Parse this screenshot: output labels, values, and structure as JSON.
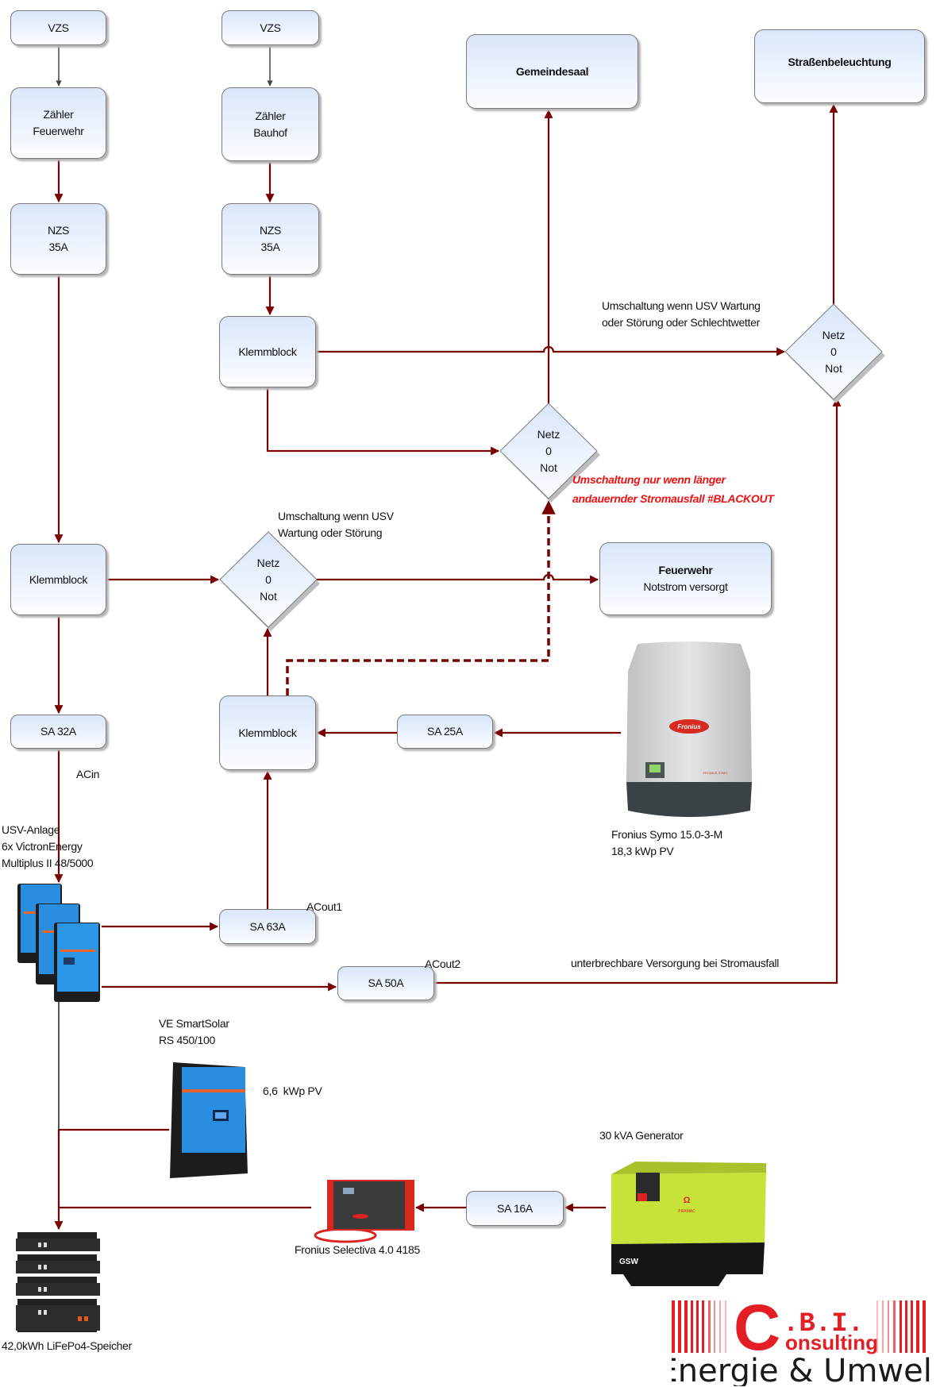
{
  "colors": {
    "wire": "#7a0000",
    "wire_gray": "#444444",
    "box_top": "#dbe6fb",
    "box_bottom": "#fbfdff",
    "red_note": "#ee1111",
    "logo_red": "#e31e24"
  },
  "nodes": {
    "vzs_1": "VZS",
    "vzs_2": "VZS",
    "zaehler_feuerwehr": [
      "Zähler",
      "Feuerwehr"
    ],
    "zaehler_bauhof": [
      "Zähler",
      "Bauhof"
    ],
    "nzs_1": [
      "NZS",
      "35A"
    ],
    "nzs_2": [
      "NZS",
      "35A"
    ],
    "klemmblock_bauhof": "Klemmblock",
    "klemmblock_feuerwehr": "Klemmblock",
    "klemmblock_pv": "Klemmblock",
    "gemeindesaal": "Gemeindesaal",
    "strassenbeleuchtung": "Straßenbeleuchtung",
    "feuerwehr_title": "Feuerwehr",
    "feuerwehr_sub": "Notstrom versorgt",
    "sa_32a": "SA 32A",
    "sa_25a": "SA 25A",
    "sa_63a": "SA 63A",
    "sa_50a": "SA 50A",
    "sa_16a": "SA 16A"
  },
  "switches": {
    "netz_label": "Netz",
    "zero_label": "0",
    "not_label": "Not"
  },
  "annotations": {
    "umschaltung_strasse": [
      "Umschaltung wenn USV Wartung",
      "oder Störung oder Schlechtwetter"
    ],
    "umschaltung_feuerwehr": [
      "Umschaltung wenn USV",
      "Wartung oder Störung"
    ],
    "blackout_note": [
      "Umschaltung nur wenn länger",
      "andauernder Stromausfall #BLACKOUT"
    ],
    "acin": "ACin",
    "acout1": "ACout1",
    "acout2": "ACout2",
    "unterbrechbar": "unterbrechbare Versorgung bei Stromausfall"
  },
  "devices": {
    "usv": [
      "USV-Anlage",
      "6x VictronEnergy",
      "Multiplus II 48/5000"
    ],
    "fronius_symo": [
      "Fronius Symo 15.0-3-M",
      "18,3 kWp PV"
    ],
    "fronius_brand": "Fronius",
    "fronius_symo_tag": "FRONIUS SYMO",
    "smartsolar": [
      "VE SmartSolar",
      "RS 450/100"
    ],
    "smartsolar_pv": "6,6  kWp PV",
    "generator_label": "30 kVA Generator",
    "generator_brand": "GSW",
    "generator_maker": "PRAMAC",
    "selectiva": "Fronius Selectiva 4.0 4185",
    "speicher": "42,0kWh LiFePo4-Speicher"
  },
  "logo": {
    "c": "C",
    "bi": ".B.I.",
    "consulting": "onsulting",
    "tagline": "Energie & Umwelt"
  }
}
